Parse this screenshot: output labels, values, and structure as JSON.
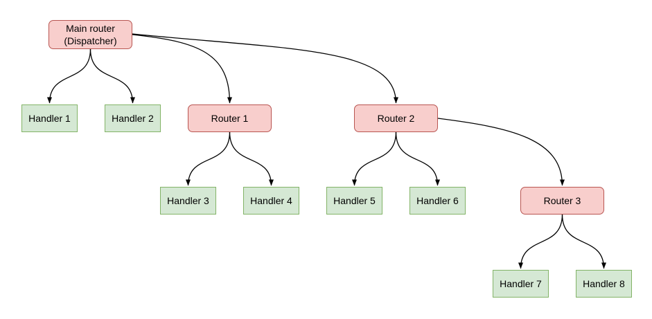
{
  "diagram": {
    "colors": {
      "background": "#ffffff",
      "router_fill": "#f8cecc",
      "router_border": "#b85450",
      "handler_fill": "#d5e8d4",
      "handler_border": "#82b366",
      "edge_stroke": "#000000",
      "text": "#000000"
    },
    "nodes": {
      "main": {
        "type": "router",
        "label": "Main router\n(Dispatcher)"
      },
      "h1": {
        "type": "handler",
        "label": "Handler 1"
      },
      "h2": {
        "type": "handler",
        "label": "Handler 2"
      },
      "r1": {
        "type": "router",
        "label": "Router 1"
      },
      "r2": {
        "type": "router",
        "label": "Router 2"
      },
      "h3": {
        "type": "handler",
        "label": "Handler 3"
      },
      "h4": {
        "type": "handler",
        "label": "Handler 4"
      },
      "h5": {
        "type": "handler",
        "label": "Handler 5"
      },
      "h6": {
        "type": "handler",
        "label": "Handler 6"
      },
      "r3": {
        "type": "router",
        "label": "Router 3"
      },
      "h7": {
        "type": "handler",
        "label": "Handler 7"
      },
      "h8": {
        "type": "handler",
        "label": "Handler 8"
      }
    },
    "edges": [
      {
        "from": "main",
        "to": "h1"
      },
      {
        "from": "main",
        "to": "h2"
      },
      {
        "from": "main",
        "to": "r1"
      },
      {
        "from": "main",
        "to": "r2"
      },
      {
        "from": "r1",
        "to": "h3"
      },
      {
        "from": "r1",
        "to": "h4"
      },
      {
        "from": "r2",
        "to": "h5"
      },
      {
        "from": "r2",
        "to": "h6"
      },
      {
        "from": "r2",
        "to": "r3"
      },
      {
        "from": "r3",
        "to": "h7"
      },
      {
        "from": "r3",
        "to": "h8"
      }
    ]
  }
}
